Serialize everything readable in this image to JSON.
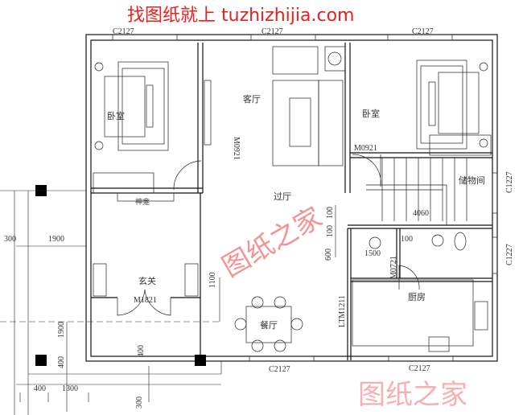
{
  "watermark": {
    "top": "找图纸就上 tuzhizhijia.com",
    "middle": "图纸之家",
    "bottom": "图纸之家"
  },
  "colors": {
    "watermark_red": "#e8201e",
    "watermark_pink": "#f07070",
    "lines": "#111111"
  },
  "rooms": {
    "bedroom_left": "卧室",
    "living": "客厅",
    "bedroom_right": "卧室",
    "hall": "过厅",
    "foyer": "玄关",
    "dining": "餐厅",
    "kitchen": "厨房",
    "storage": "储物间",
    "shrine": "神龛"
  },
  "openings": {
    "window_top_left": "C2127",
    "window_top_mid": "C2127",
    "window_top_right": "C2127",
    "window_bottom_mid": "C2127",
    "window_bottom_right": "C2127",
    "window_right_upper": "C1227",
    "window_right_lower": "C1227",
    "door_living": "M0921",
    "door_bedroom_right": "M0921",
    "door_entry": "M1821",
    "door_bath": "M0721",
    "door_kitchen": "LTM1211"
  },
  "dimensions": {
    "porch_left": "300",
    "porch_width": "1900",
    "porch_depth": "1900",
    "col_small": "400",
    "bottom_400": "400",
    "bottom_1300": "1300",
    "step_400": "400",
    "step_300": "300",
    "hall_1100": "1100",
    "hall_100a": "100",
    "hall_100b": "100",
    "hall_600": "600",
    "bath_1500": "1500",
    "bath_100": "100",
    "stair": "4060"
  }
}
